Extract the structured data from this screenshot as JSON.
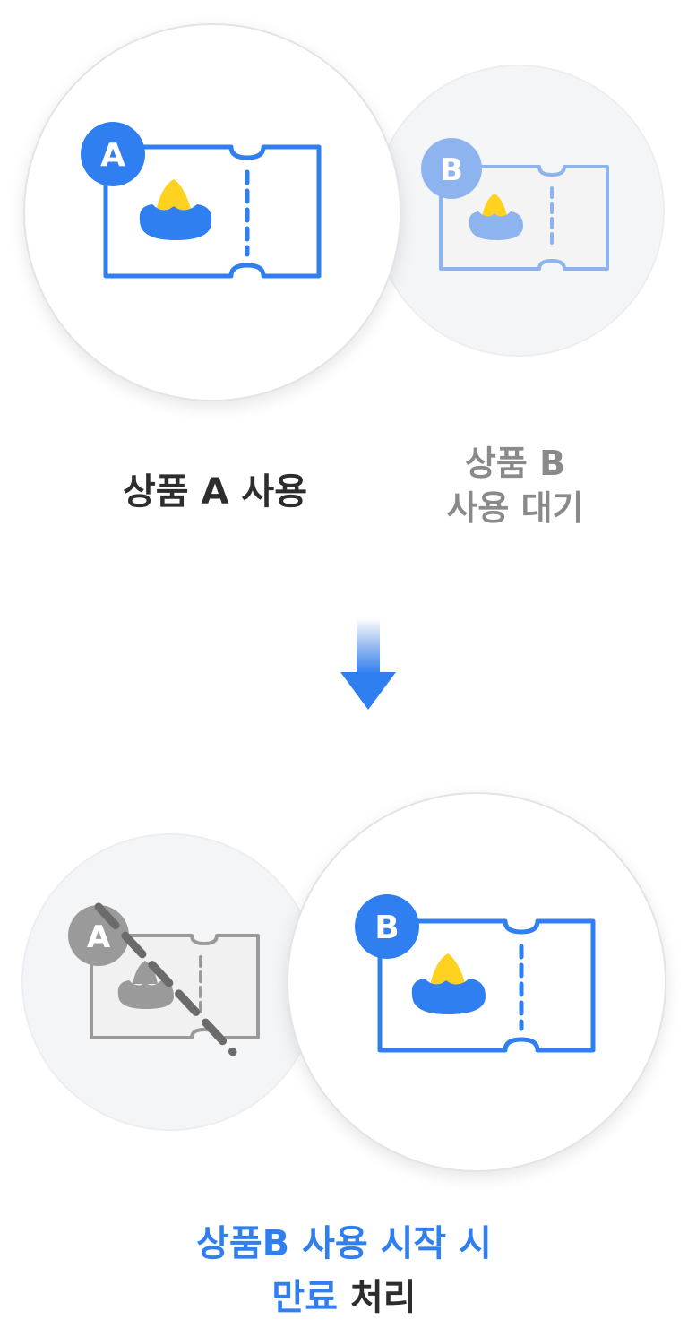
{
  "top": {
    "ticket_a": {
      "badge": "A",
      "state": "active"
    },
    "ticket_b": {
      "badge": "B",
      "state": "waiting"
    },
    "label_a": "상품 A 사용",
    "label_b_line1": "상품 B",
    "label_b_line2": "사용 대기"
  },
  "bottom": {
    "ticket_a": {
      "badge": "A",
      "state": "expired"
    },
    "ticket_b": {
      "badge": "B",
      "state": "active"
    },
    "caption_line1": "상품B 사용 시작 시",
    "caption_line2_highlight": "만료",
    "caption_line2_rest": " 처리"
  },
  "colors": {
    "blue": "#2f7ff0",
    "light_blue": "#8db4ee",
    "yellow": "#ffd21f",
    "gray": "#9a9a9a",
    "dark_text": "#2d2d2d",
    "muted_text": "#8a8a8a"
  }
}
